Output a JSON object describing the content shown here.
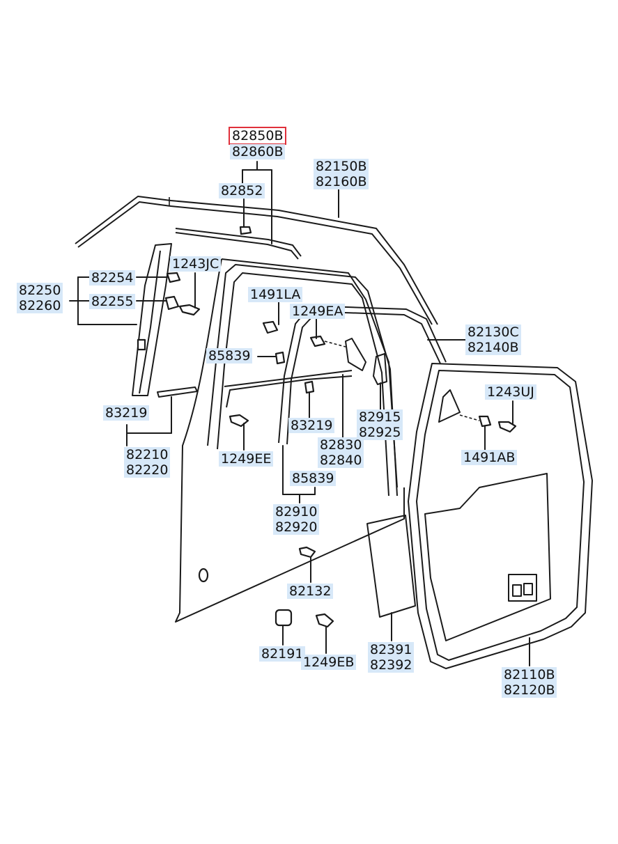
{
  "highlight_color": "#e0303a",
  "label_bg_color": "#d7e8f8",
  "callouts": {
    "c82850B": "82850B",
    "c82860B": "82860B",
    "c82852": "82852",
    "c82150B": "82150B\n82160B",
    "c1243JC": "1243JC",
    "c82254": "82254",
    "c82250": "82250\n82260",
    "c82255": "82255",
    "c1491LA": "1491LA",
    "c1249EA": "1249EA",
    "c82130C": "82130C\n82140B",
    "c85839a": "85839",
    "c1243UJ": "1243UJ",
    "c83219a": "83219",
    "c83219b": "83219",
    "c82915": "82915\n82925",
    "c82210": "82210\n82220",
    "c1249EE": "1249EE",
    "c82830": "82830\n82840",
    "c1491AB": "1491AB",
    "c85839b": "85839",
    "c82910": "82910\n82920",
    "c82132": "82132",
    "c82191": "82191",
    "c1249EB": "1249EB",
    "c82391": "82391\n82392",
    "c82110B": "82110B\n82120B"
  }
}
